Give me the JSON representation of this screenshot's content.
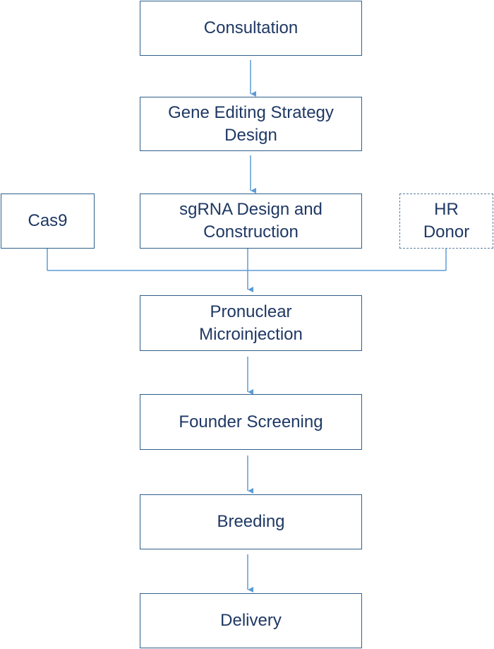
{
  "diagram": {
    "colors": {
      "box_border": "#2f5f8a",
      "text": "#1f3864",
      "connector": "#5b9bd5"
    },
    "nodes": {
      "consultation": "Consultation",
      "strategy": "Gene Editing Strategy\nDesign",
      "cas9": "Cas9",
      "sgrna": "sgRNA Design and\nConstruction",
      "hr_donor": "HR\nDonor",
      "microinjection": "Pronuclear\nMicroinjection",
      "screening": "Founder Screening",
      "breeding": "Breeding",
      "delivery": "Delivery"
    },
    "edges": [
      {
        "from": "Consultation",
        "to": "Gene Editing Strategy Design"
      },
      {
        "from": "Gene Editing Strategy Design",
        "to": "sgRNA Design and Construction"
      },
      {
        "from": "Cas9",
        "to": "Pronuclear Microinjection"
      },
      {
        "from": "sgRNA Design and Construction",
        "to": "Pronuclear Microinjection"
      },
      {
        "from": "HR Donor",
        "to": "Pronuclear Microinjection"
      },
      {
        "from": "Pronuclear Microinjection",
        "to": "Founder Screening"
      },
      {
        "from": "Founder Screening",
        "to": "Breeding"
      },
      {
        "from": "Breeding",
        "to": "Delivery"
      }
    ]
  }
}
